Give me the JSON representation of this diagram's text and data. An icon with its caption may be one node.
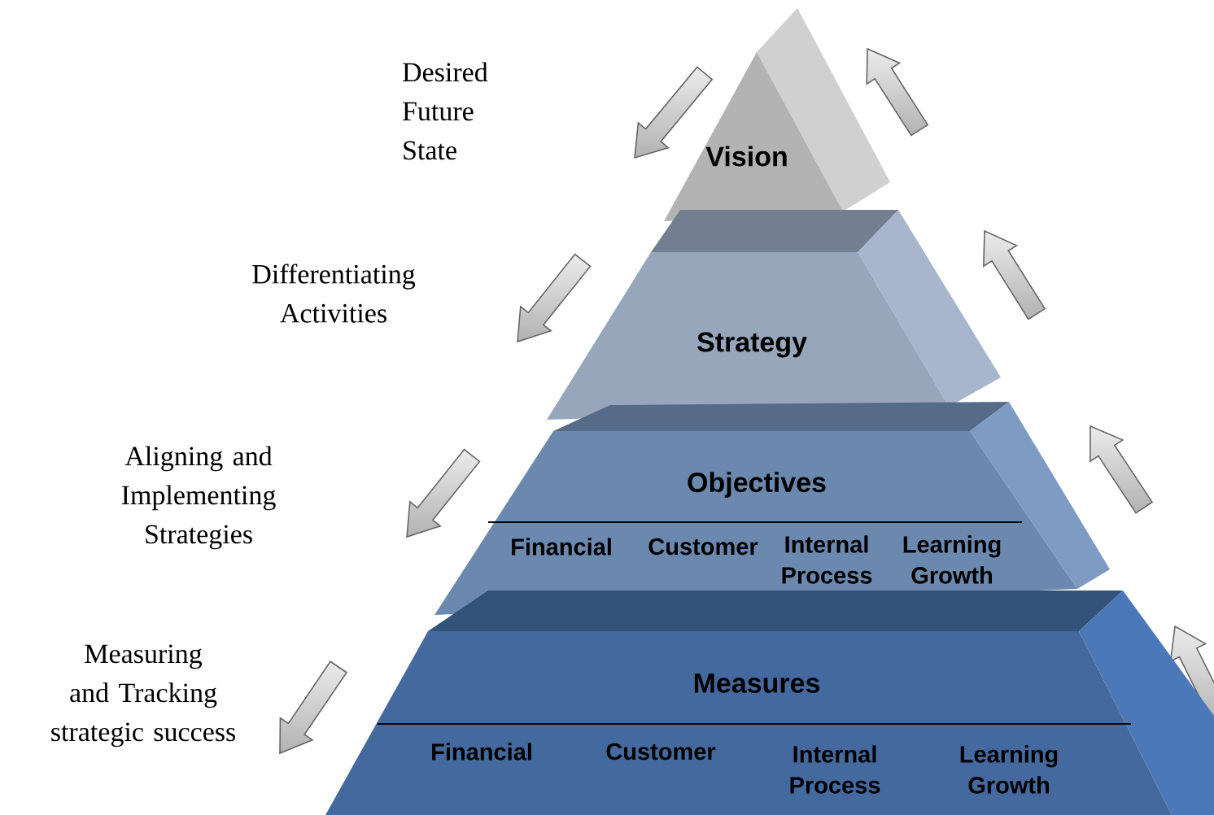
{
  "diagram": {
    "nodes": [
      {
        "text": [
          "Vision"
        ]
      },
      {
        "text": [
          "Strategy"
        ]
      },
      {
        "text": [
          "Objectives",
          "Financial",
          "Customer",
          "Internal Process",
          "Learning Growth"
        ]
      },
      {
        "text": [
          "Measures",
          "Financial",
          "Customer",
          "Internal Process",
          "Learning Growth"
        ]
      }
    ],
    "labels": [
      "Desired Future State",
      "Differentiating Activities",
      "Aligning and Implementing Strategies",
      "Measuring and Tracking strategic success"
    ]
  }
}
